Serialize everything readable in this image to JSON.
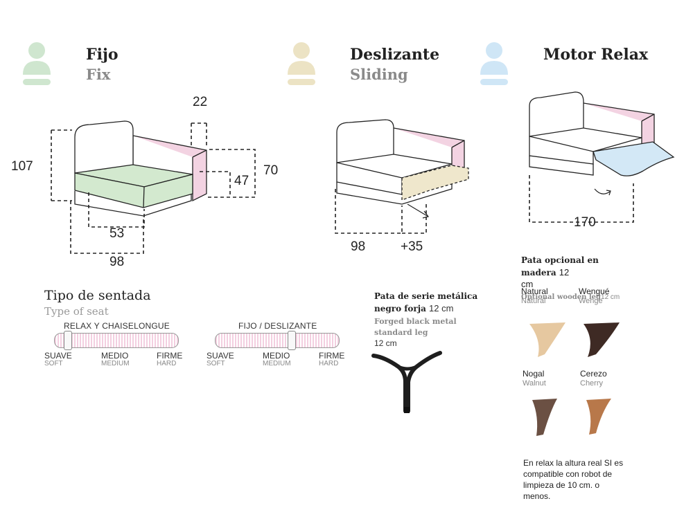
{
  "sections": {
    "fix": {
      "title_es": "Fijo",
      "title_en": "Fix",
      "icon_color": "#cfe6cf",
      "dims": {
        "height_total": "107",
        "arm_width": "22",
        "seat_height": "47",
        "arm_height": "70",
        "seat_depth": "53",
        "depth": "98"
      }
    },
    "sliding": {
      "title_es": "Deslizante",
      "title_en": "Sliding",
      "icon_color": "#ece3c4",
      "dims": {
        "depth": "98",
        "extension": "+35"
      }
    },
    "motor": {
      "title_es": "Motor Relax",
      "icon_color": "#cfe6f6",
      "dims": {
        "extended": "170"
      }
    }
  },
  "colors": {
    "pink": "#f3d3e2",
    "green": "#d3e9cf",
    "beige": "#efe7cc",
    "blue": "#d3e8f6"
  },
  "seat_type": {
    "title_es": "Tipo de sentada",
    "title_en": "Type of seat",
    "sliders": [
      {
        "label": "RELAX Y CHAISELONGUE",
        "position": 0.12
      },
      {
        "label": "FIJO / DESLIZANTE",
        "position": 0.61
      }
    ],
    "scale": [
      {
        "es": "SUAVE",
        "en": "SOFT"
      },
      {
        "es": "MEDIO",
        "en": "MEDIUM"
      },
      {
        "es": "FIRME",
        "en": "HARD"
      }
    ]
  },
  "metal_leg": {
    "title_es": "Pata de serie metálica negro forja",
    "size_es": "12 cm",
    "title_en": "Forged black metal standard leg",
    "size_en": "12 cm"
  },
  "wood_leg": {
    "title_es": "Pata opcional en madera",
    "size_es_a": "12",
    "size_es_b": "cm",
    "title_en": "Optional wooden leg",
    "size_en": "12 cm",
    "options": [
      {
        "es": "Natural",
        "en": "Natural",
        "color": "#e6c8a0"
      },
      {
        "es": "Wengué",
        "en": "Wenge",
        "color": "#3e2a24"
      },
      {
        "es": "Nogal",
        "en": "Walnut",
        "color": "#6b5043"
      },
      {
        "es": "Cerezo",
        "en": "Cherry",
        "color": "#b8784a"
      }
    ]
  },
  "note": "En relax la altura real SI es compatible con robot de limpieza de 10 cm. o menos."
}
